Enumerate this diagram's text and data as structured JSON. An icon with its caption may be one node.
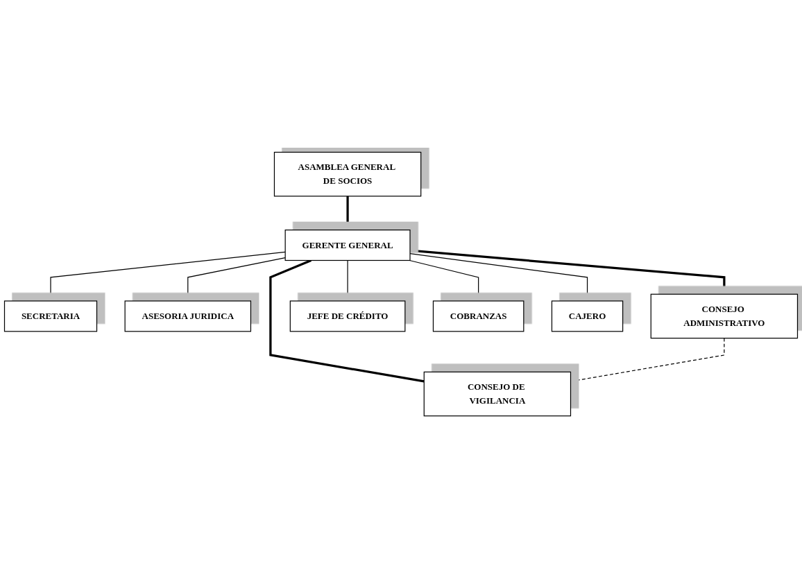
{
  "diagram": {
    "nodes": [
      {
        "text": [
          "ASAMBLEA GENERAL DE SOCIOS"
        ]
      },
      {
        "text": [
          "GERENTE GENERAL"
        ]
      },
      {
        "text": [
          "SECRETARIA"
        ]
      },
      {
        "text": [
          "ASESORIA JURIDICA"
        ]
      },
      {
        "text": [
          "CONSEJO ADMINISTRATIVO"
        ]
      },
      {
        "text": [
          "CONSEJO DE VIGILANCIA"
        ]
      },
      {
        "text": [
          "JEFE DE CRÉDITO"
        ]
      },
      {
        "text": [
          "COBRANZAS"
        ]
      },
      {
        "text": [
          "CAJERO"
        ]
      }
    ],
    "edges": [
      {
        "from": 0,
        "to": 1,
        "arrow": "none",
        "style": "thick"
      },
      {
        "from": 1,
        "to": 2,
        "arrow": "none"
      },
      {
        "from": 1,
        "to": 3,
        "arrow": "none"
      },
      {
        "from": 1,
        "to": 4,
        "arrow": "none",
        "style": "thick"
      },
      {
        "from": 1,
        "to": 5,
        "arrow": "none",
        "style": "thick"
      },
      {
        "from": 4,
        "to": 5,
        "arrow": "none",
        "style": "dashed"
      },
      {
        "from": 1,
        "to": 6,
        "arrow": "none"
      },
      {
        "from": 1,
        "to": 7,
        "arrow": "none"
      },
      {
        "from": 1,
        "to": 8,
        "arrow": "none"
      }
    ]
  }
}
